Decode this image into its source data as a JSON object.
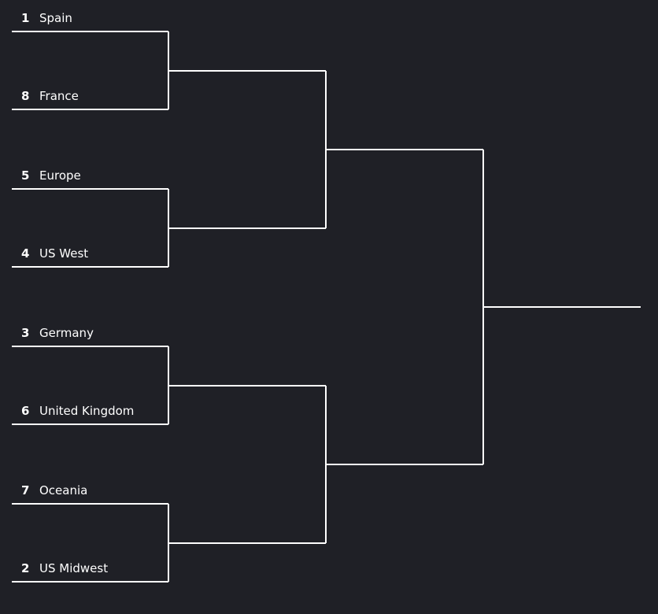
{
  "bracket": {
    "line_color": "#ffffff",
    "background": "#1f2026",
    "teams": [
      {
        "seed": "1",
        "name": "Spain"
      },
      {
        "seed": "8",
        "name": "France"
      },
      {
        "seed": "5",
        "name": "Europe"
      },
      {
        "seed": "4",
        "name": "US West"
      },
      {
        "seed": "3",
        "name": "Germany"
      },
      {
        "seed": "6",
        "name": "United Kingdom"
      },
      {
        "seed": "7",
        "name": "Oceania"
      },
      {
        "seed": "2",
        "name": "US Midwest"
      }
    ]
  }
}
